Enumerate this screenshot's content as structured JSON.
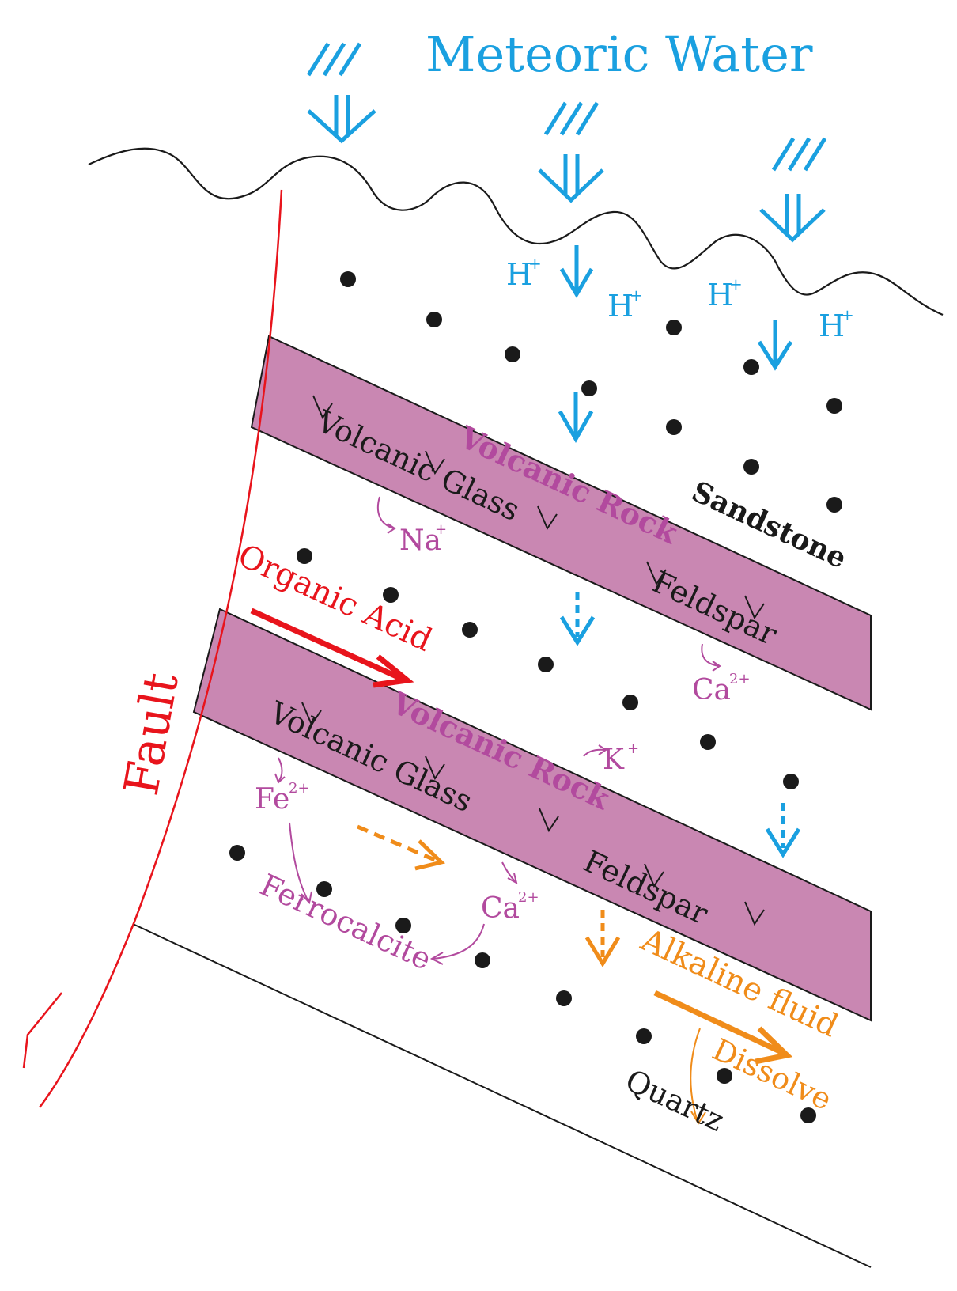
{
  "colors": {
    "meteoric_blue": "#1aa0e0",
    "volcanic_band": "#c987b2",
    "cation_purple": "#b24a9e",
    "fault_red": "#e8141c",
    "alkaline_orange": "#f08c1a",
    "ink": "#1a1a1a"
  },
  "labels": {
    "meteoric_water": "Meteoric Water",
    "h_plus": "H",
    "plus": "+",
    "sandstone": "Sandstone",
    "volcanic_rock": "Volcanic Rock",
    "volcanic_glass": "Volcanic Glass",
    "feldspar": "Feldspar",
    "na": "Na",
    "ca": "Ca",
    "k": "K",
    "fe": "Fe",
    "two_plus": "2+",
    "organic_acid": "Organic Acid",
    "fault": "Fault",
    "ferrocalcite": "Ferrocalcite",
    "alkaline_fluid": "Alkaline fluid",
    "dissolve": "Dissolve",
    "quartz": "Quartz"
  },
  "icons": {
    "rain": "rain-streaks-icon",
    "down_arrow": "double-down-arrow-icon",
    "grain": "sand-grain-icon",
    "volcanic_mark": "v-mark-icon"
  }
}
